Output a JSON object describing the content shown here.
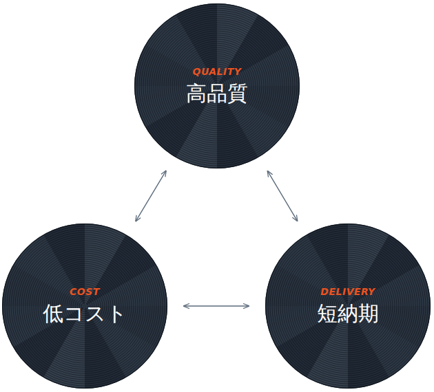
{
  "diagram": {
    "nodes": [
      {
        "text": [
          "QUALITY",
          "高品質"
        ]
      },
      {
        "text": [
          "COST",
          "低コスト"
        ]
      },
      {
        "text": [
          "DELIVERY",
          "短納期"
        ]
      }
    ],
    "edges": [
      {
        "from": 0,
        "to": 1,
        "arrow": "both"
      },
      {
        "from": 0,
        "to": 2,
        "arrow": "both"
      },
      {
        "from": 1,
        "to": 2,
        "arrow": "both"
      }
    ]
  }
}
